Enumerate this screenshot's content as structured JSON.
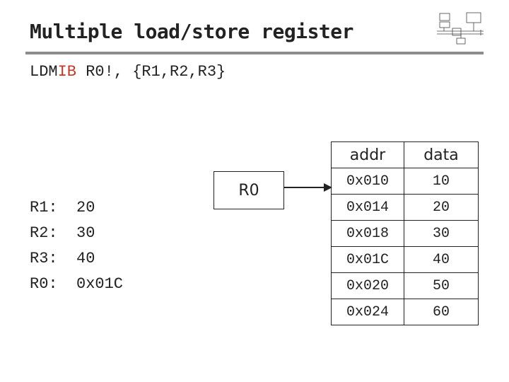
{
  "slide": {
    "title": "Multiple load/store register",
    "instruction": {
      "op": "LDM",
      "mode": "IB",
      "operands": " R0!, {R1,R2,R3}"
    },
    "registers": [
      {
        "name": "R1:",
        "value": "20"
      },
      {
        "name": "R2:",
        "value": "30"
      },
      {
        "name": "R3:",
        "value": "40"
      },
      {
        "name": "R0:",
        "value": "0x01C"
      }
    ],
    "pointer_label": "R0",
    "memory": {
      "headers": [
        "addr",
        "data"
      ],
      "rows": [
        {
          "addr": "0x010",
          "data": "10"
        },
        {
          "addr": "0x014",
          "data": "20"
        },
        {
          "addr": "0x018",
          "data": "30"
        },
        {
          "addr": "0x01C",
          "data": "40"
        },
        {
          "addr": "0x020",
          "data": "50"
        },
        {
          "addr": "0x024",
          "data": "60"
        }
      ]
    }
  },
  "colors": {
    "highlight": "#c0392b",
    "rule": "#8c8c8c",
    "text": "#222222"
  }
}
